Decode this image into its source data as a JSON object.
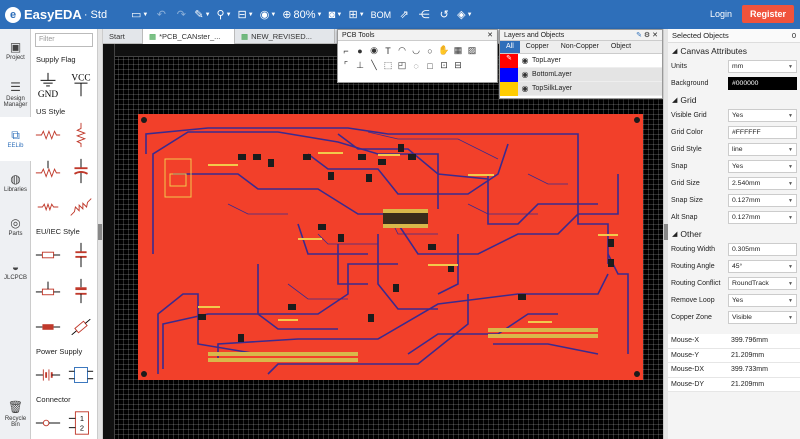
{
  "app": {
    "logo": "EasyEDA",
    "edition": "Std"
  },
  "toolbar": {
    "zoom": "80%",
    "bom": "BOM",
    "login": "Login",
    "register": "Register"
  },
  "leftnav": [
    {
      "label": "Project",
      "icon": "folder-icon"
    },
    {
      "label": "Design Manager",
      "icon": "design-manager-icon"
    },
    {
      "label": "EELib",
      "icon": "eelib-icon"
    },
    {
      "label": "Libraries",
      "icon": "libraries-icon"
    },
    {
      "label": "Parts",
      "icon": "parts-icon"
    },
    {
      "label": "JLCPCB",
      "icon": "jlcpcb-icon"
    },
    {
      "label": "Recycle Bin",
      "icon": "trash-icon"
    }
  ],
  "library": {
    "filter_placeholder": "Filter",
    "categories": [
      "Supply Flag",
      "US Style",
      "EU/IEC Style",
      "Power Supply",
      "Connector"
    ],
    "symbols": {
      "gnd": "GND",
      "vcc": "VCC",
      "conn_1": "1",
      "conn_2": "2"
    }
  },
  "tabs": [
    {
      "label": "Start"
    },
    {
      "label": "*PCB_CANster_..."
    },
    {
      "label": "NEW_REVISED..."
    }
  ],
  "pcb_tools": {
    "title": "PCB Tools"
  },
  "layers": {
    "title": "Layers and Objects",
    "tabs": [
      "All",
      "Copper",
      "Non-Copper",
      "Object"
    ],
    "rows": [
      {
        "name": "TopLayer",
        "color": "#ff0000"
      },
      {
        "name": "BottomLayer",
        "color": "#0000ff"
      },
      {
        "name": "TopSilkLayer",
        "color": "#ffcc00"
      }
    ]
  },
  "props": {
    "selected_label": "Selected Objects",
    "selected_count": "0",
    "canvas_title": "Canvas Attributes",
    "units_label": "Units",
    "units": "mm",
    "background_label": "Background",
    "background": "#000000",
    "grid_title": "Grid",
    "visible_grid_label": "Visible Grid",
    "visible_grid": "Yes",
    "grid_color_label": "Grid Color",
    "grid_color": "#FFFFFF",
    "grid_style_label": "Grid Style",
    "grid_style": "line",
    "snap_label": "Snap",
    "snap": "Yes",
    "grid_size_label": "Grid Size",
    "grid_size": "2.540mm",
    "snap_size_label": "Snap Size",
    "snap_size": "0.127mm",
    "alt_snap_label": "Alt Snap",
    "alt_snap": "0.127mm",
    "other_title": "Other",
    "routing_width_label": "Routing Width",
    "routing_width": "0.305mm",
    "routing_angle_label": "Routing Angle",
    "routing_angle": "45°",
    "routing_conflict_label": "Routing Conflict",
    "routing_conflict": "RoundTrack",
    "remove_loop_label": "Remove Loop",
    "remove_loop": "Yes",
    "copper_zone_label": "Copper Zone",
    "copper_zone": "Visible"
  },
  "mouse": [
    {
      "label": "Mouse-X",
      "value": "399.796mm"
    },
    {
      "label": "Mouse-Y",
      "value": "21.209mm"
    },
    {
      "label": "Mouse-DX",
      "value": "399.733mm"
    },
    {
      "label": "Mouse-DY",
      "value": "21.209mm"
    }
  ],
  "colors": {
    "brand": "#2e6fba",
    "register": "#f0533c",
    "board": "#f2402a",
    "trace": "#3b2a8f",
    "silk": "#f2c94c"
  }
}
